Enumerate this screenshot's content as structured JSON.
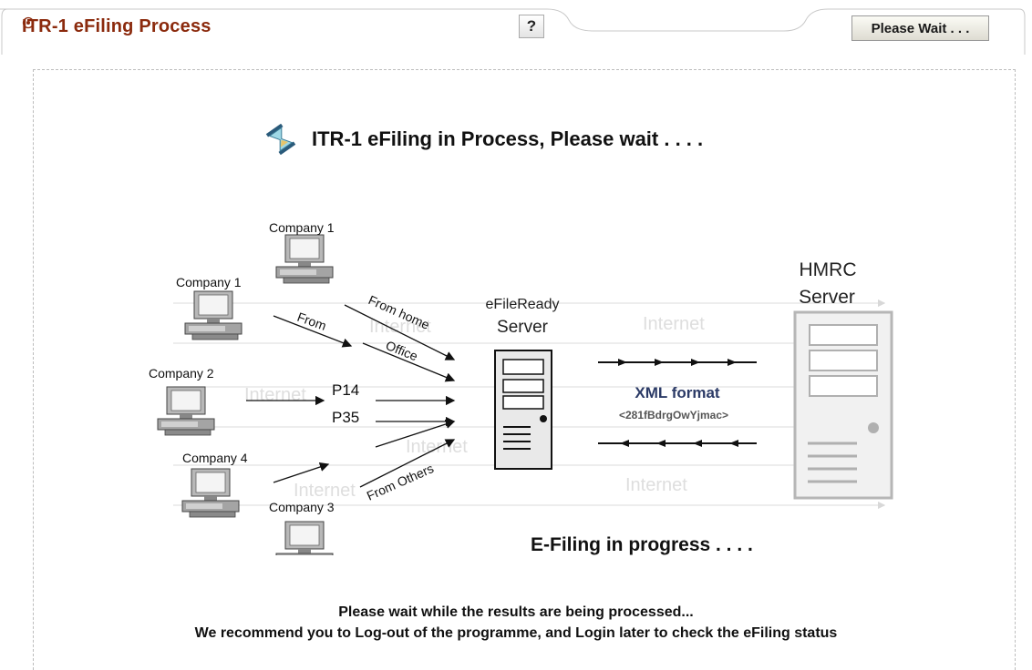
{
  "header": {
    "title": "ITR-1 eFiling Process",
    "help_label": "?",
    "wait_label": "Please Wait . . ."
  },
  "status": {
    "message": "ITR-1 eFiling in Process, Please wait . . . .",
    "icon": "hourglass-icon"
  },
  "diagram": {
    "companies": {
      "top": "Company 1",
      "left_top": "Company 1",
      "left_mid": "Company 2",
      "left_bottom": "Company 4",
      "bottom": "Company 3"
    },
    "arrow_labels": {
      "from": "From",
      "from_home": "From home",
      "office": "Office",
      "from_others": "From Others"
    },
    "forms": [
      "P14",
      "P35"
    ],
    "efile_server": [
      "eFileReady",
      "Server"
    ],
    "hmrc_server": [
      "HMRC",
      "Server"
    ],
    "xml_label": "XML format",
    "xml_code": "<281fBdrgOwYjmac>",
    "progress": "E-Filing in progress . . . .",
    "internet_label": "Internet"
  },
  "footer": {
    "line1": "Please wait while the results are being processed...",
    "line2": "We recommend you to Log-out of the programme, and Login later to check the eFiling status"
  },
  "colors": {
    "title": "#8b2a0d",
    "xml": "#2b3a66"
  }
}
